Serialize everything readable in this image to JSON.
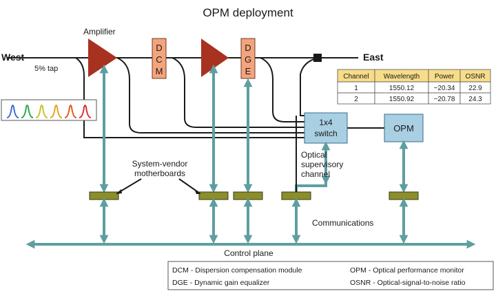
{
  "title": "OPM deployment",
  "labels": {
    "west": "West",
    "east": "East",
    "tap": "5% tap",
    "amplifier": "Amplifier",
    "dcm": [
      "D",
      "C",
      "M"
    ],
    "dge": [
      "D",
      "G",
      "E"
    ],
    "switch_line1": "1x4",
    "switch_line2": "switch",
    "opm": "OPM",
    "motherboards_line1": "System-vendor",
    "motherboards_line2": "motherboards",
    "osc_line1": "Optical",
    "osc_line2": "supervisory",
    "osc_line3": "channel",
    "communications": "Communications",
    "control_plane": "Control plane"
  },
  "table": {
    "headers": [
      "Channel",
      "Wavelength",
      "Power",
      "OSNR"
    ],
    "rows": [
      [
        "1",
        "1550.12",
        "−20.34",
        "22.9"
      ],
      [
        "2",
        "1550.92",
        "−20.78",
        "24.3"
      ]
    ]
  },
  "legend": [
    "DCM - Dispersion compensation module",
    "OPM - Optical performance monitor",
    "DGE - Dynamic gain equalizer",
    "OSNR - Optical-signal-to-noise ratio"
  ],
  "colors": {
    "amplifier": "#a83220",
    "module": "#f4a47c",
    "switch": "#a9cfe3",
    "arrow": "#5f9ea0",
    "motherboard": "#8a8e2c",
    "table_header": "#f7dc8a"
  },
  "spectrum_colors": [
    "#3a6bd8",
    "#2aa84a",
    "#c7c030",
    "#e6a020",
    "#e05a20",
    "#d23030"
  ]
}
